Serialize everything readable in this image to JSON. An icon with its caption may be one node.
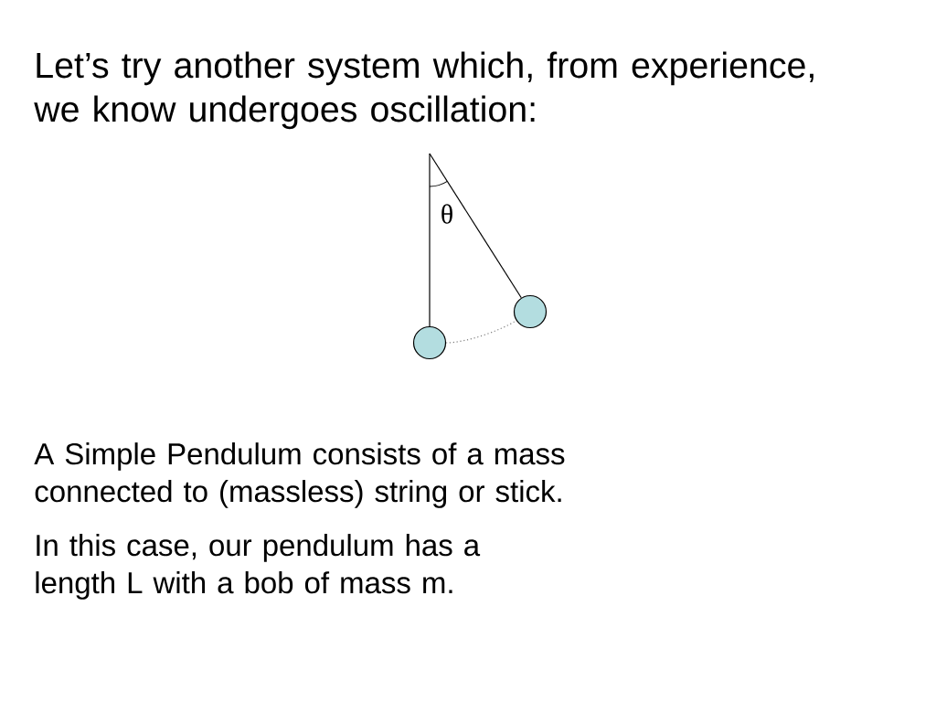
{
  "diagram": {
    "title": "Let’s try another system which, from experience, we know undergoes oscillation:",
    "nodes": [
      {
        "text": [],
        "shape": "circle"
      },
      {
        "text": [],
        "shape": "circle"
      }
    ],
    "edges": [
      {
        "from": null,
        "to": 0,
        "arrow": "none"
      },
      {
        "from": null,
        "to": 1,
        "arrow": "none"
      },
      {
        "from": 0,
        "to": 1,
        "arrow": "none",
        "style": "dashed",
        "color": "#808080"
      }
    ],
    "labels": [
      "θ",
      "A Simple Pendulum consists of a mass connected to (massless) string or stick.",
      "In this case, our pendulum has a length L with a bob of mass m."
    ]
  }
}
